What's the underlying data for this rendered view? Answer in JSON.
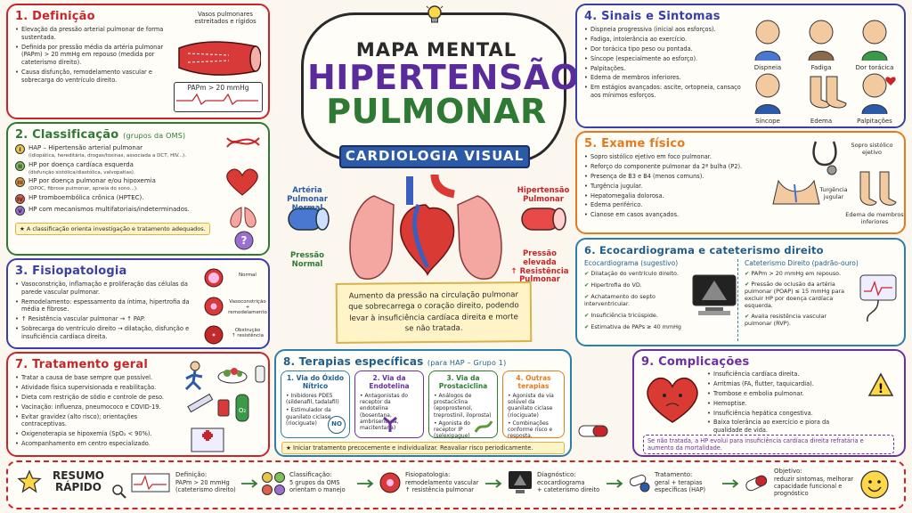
{
  "header": {
    "kicker": "MAPA MENTAL",
    "title_line1": "HIPERTENSÃO",
    "title_line2": "PULMONAR",
    "banner": "CARDIOLOGIA VISUAL"
  },
  "center": {
    "left_top": "Artéria\nPulmonar\nNormal",
    "left_bottom": "Pressão\nNormal",
    "right_top": "Hipertensão\nPulmonar",
    "right_bottom": "Pressão elevada\n↑ Resistência\nPulmonar",
    "note": "Aumento da pressão na circulação pulmonar que sobrecarrega o coração direito, podendo levar à insuficiência cardíaca direita e morte se não tratada."
  },
  "definition": {
    "title": "1. Definição",
    "items": [
      "Elevação da pressão arterial pulmonar de forma sustentada.",
      "Definida por pressão média da artéria pulmonar (PAPm) > 20 mmHg em repouso (medida por cateterismo direito).",
      "Causa disfunção, remodelamento vascular e sobrecarga do ventrículo direito."
    ],
    "vessel_caption": "Vasos pulmonares estreitados e rígidos",
    "ecg_label": "PAPm > 20 mmHg"
  },
  "classification": {
    "title": "2. Classificação",
    "subtitle": "(grupos da OMS)",
    "groups": [
      {
        "num": "I",
        "color": "#e8c44a",
        "label": "HAP – Hipertensão arterial pulmonar",
        "sub": "(idiopática, hereditária, drogas/toxinas, associada a DCT, HIV...)."
      },
      {
        "num": "II",
        "color": "#7fbf5a",
        "label": "HP por doença cardíaca esquerda",
        "sub": "(disfunção sistólica/diastólica, valvopatias)."
      },
      {
        "num": "III",
        "color": "#f0a030",
        "label": "HP por doença pulmonar e/ou hipoxemia",
        "sub": "(DPOC, fibrose pulmonar, apneia do sono...)."
      },
      {
        "num": "IV",
        "color": "#e0604a",
        "label": "HP tromboembólica crônica (HPTEC).",
        "sub": ""
      },
      {
        "num": "V",
        "color": "#9a6fcf",
        "label": "HP com mecanismos multifatoriais/indeterminados.",
        "sub": ""
      }
    ],
    "note": "A classificação orienta investigação e tratamento adequados."
  },
  "physio": {
    "title": "3. Fisiopatologia",
    "items": [
      "Vasoconstrição, inflamação e proliferação das células da parede vascular pulmonar.",
      "Remodelamento: espessamento da íntima, hipertrofia da média e fibrose.",
      "↑ Resistência vascular pulmonar → ↑ PAP.",
      "Sobrecarga do ventrículo direito → dilatação, disfunção e insuficiência cardíaca direita."
    ],
    "stages": [
      "Normal",
      "Vasoconstrição\n+ remodelamento",
      "Obstrução\n↑ resistência"
    ]
  },
  "treatment": {
    "title": "7. Tratamento geral",
    "items": [
      "Tratar a causa de base sempre que possível.",
      "Atividade física supervisionada e reabilitação.",
      "Dieta com restrição de sódio e controle de peso.",
      "Vacinação: influenza, pneumococo e COVID-19.",
      "Evitar gravidez (alto risco); orientações contraceptivas.",
      "Oxigenoterapia se hipoxemia (SpO₂ < 90%).",
      "Acompanhamento em centro especializado."
    ]
  },
  "symptoms": {
    "title": "4. Sinais e Sintomas",
    "items": [
      "Dispneia progressiva (inicial aos esforços).",
      "Fadiga, intolerância ao exercício.",
      "Dor torácica tipo peso ou pontada.",
      "Síncope (especialmente ao esforço).",
      "Palpitações.",
      "Edema de membros inferiores.",
      "Em estágios avançados: ascite, ortopneia, cansaço aos mínimos esforços."
    ],
    "icons": [
      "Dispneia",
      "Fadiga",
      "Dor torácica",
      "Síncope",
      "Edema",
      "Palpitações"
    ]
  },
  "exam": {
    "title": "5. Exame físico",
    "items": [
      "Sopro sistólico ejetivo em foco pulmonar.",
      "Reforço do componente pulmonar da 2ª bulha (P2).",
      "Presença de B3 e B4 (menos comuns).",
      "Turgência jugular.",
      "Hepatomegalia dolorosa.",
      "Edema periférico.",
      "Cianose em casos avançados."
    ],
    "icons": [
      "Sopro sistólico ejetivo",
      "Turgência jugular",
      "Edema de membros inferiores"
    ]
  },
  "echo": {
    "title": "6. Ecocardiograma e cateterismo direito",
    "echo_title": "Ecocardiograma (sugestivo)",
    "echo_items": [
      "Dilatação do ventrículo direito.",
      "Hipertrofia do VD.",
      "Achatamento do septo interventricular.",
      "Insuficiência tricúspide.",
      "Estimativa de PAPs ≥ 40 mmHg"
    ],
    "cath_title": "Cateterismo Direito (padrão-ouro)",
    "cath_items": [
      "PAPm > 20 mmHg em repouso.",
      "Pressão de oclusão da artéria pulmonar (POAP) ≤ 15 mmHg para excluir HP por doença cardíaca esquerda.",
      "Avalia resistência vascular pulmonar (RVP)."
    ]
  },
  "therapies": {
    "title": "8. Terapias específicas",
    "subtitle": "(para HAP – Grupo 1)",
    "cards": [
      {
        "title": "1. Via do Óxido Nítrico",
        "color": "#2b7fa8",
        "items": [
          "Inibidores PDE5 (sildenafil, tadalafil)",
          "Estimulador da guanilato ciclase (riociguate)"
        ],
        "badge": "NO"
      },
      {
        "title": "2. Via da Endotelina",
        "color": "#6b2fa0",
        "items": [
          "Antagonistas do receptor da endotelina (bosentana, ambrisentana, macitentana)"
        ],
        "badge": ""
      },
      {
        "title": "3. Via da Prostaciclina",
        "color": "#2e7a34",
        "items": [
          "Análogos de prostaciclina (epoprostenol, treprostinil, iloprosta)",
          "Agonista do receptor IP (selexipague)"
        ],
        "badge": ""
      },
      {
        "title": "4. Outras terapias",
        "color": "#e57a1c",
        "items": [
          "Agonista da via solúvel da guanilato ciclase (riociguate)",
          "Combinações conforme risco e resposta."
        ],
        "badge": ""
      }
    ],
    "note": "Iniciar tratamento precocemente e individualizar. Reavaliar risco periodicamente."
  },
  "complications": {
    "title": "9. Complicações",
    "items": [
      "Insuficiência cardíaca direita.",
      "Arritmias (FA, flutter, taquicardia).",
      "Trombose e embolia pulmonar.",
      "Hemoptise.",
      "Insuficiência hepática congestiva.",
      "Baixa tolerância ao exercício e piora da qualidade de vida."
    ],
    "note": "Se não tratada, a HP evolui para insuficiência cardíaca direita refratária e aumento da mortalidade."
  },
  "summary": {
    "title": "RESUMO RÁPIDO",
    "steps": [
      {
        "head": "Definição:",
        "body": "PAPm > 20 mmHg\n(cateterismo direito)"
      },
      {
        "head": "Classificação:",
        "body": "5 grupos da OMS\norientam o manejo"
      },
      {
        "head": "Fisiopatologia:",
        "body": "remodelamento vascular\n↑ resistência pulmonar"
      },
      {
        "head": "Diagnóstico:",
        "body": "ecocardiograma\n+ cateterismo direito"
      },
      {
        "head": "Tratamento:",
        "body": "geral + terapias\nespecíficas (HAP)"
      },
      {
        "head": "Objetivo:",
        "body": "reduzir sintomas, melhorar\ncapacidade funcional e\nprognóstico"
      }
    ]
  }
}
